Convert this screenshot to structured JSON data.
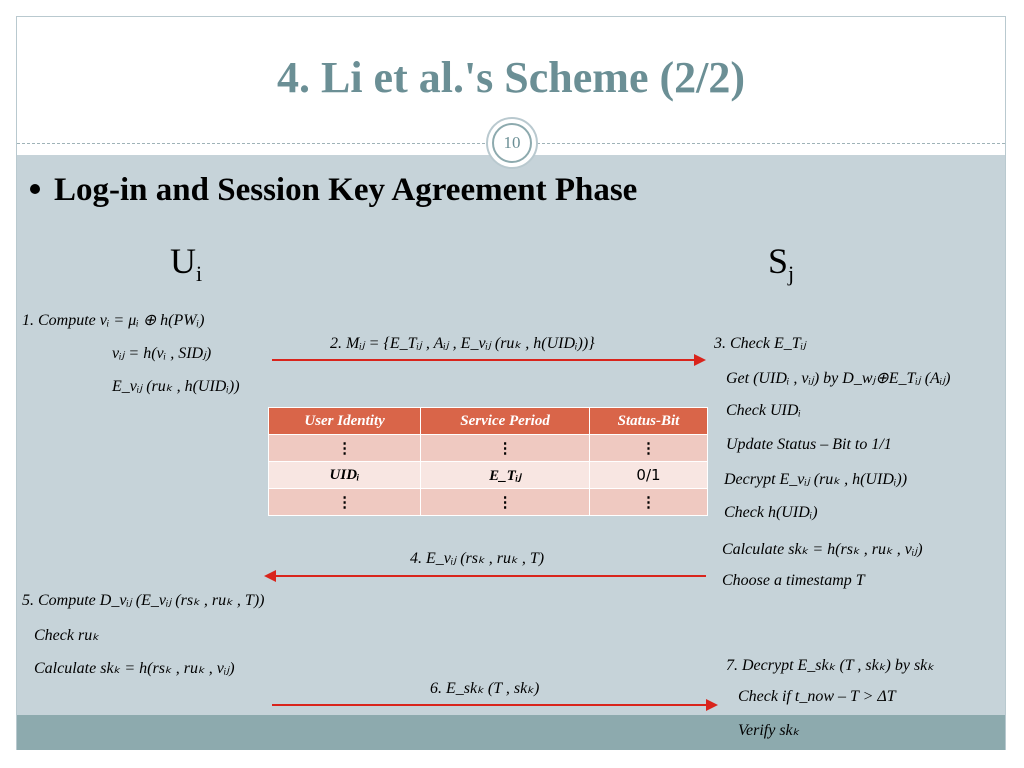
{
  "slide": {
    "title": "4. Li et al.'s Scheme (2/2)",
    "page_number": "10",
    "bullet": "Log-in and Session Key Agreement Phase"
  },
  "parties": {
    "user": {
      "base": "U",
      "sub": "i"
    },
    "server": {
      "base": "S",
      "sub": "j"
    }
  },
  "user_steps": {
    "step1_line1": "1. Compute   vᵢ = μᵢ ⊕ h(PWᵢ)",
    "step1_line2": "vᵢⱼ = h(vᵢ , SIDⱼ)",
    "step1_line3": "E_vᵢⱼ (ruₖ , h(UIDᵢ))",
    "step5_line1": "5. Compute   D_vᵢⱼ (E_vᵢⱼ (rsₖ , ruₖ , T))",
    "step5_line2": "Check  ruₖ",
    "step5_line3": "Calculate  skₖ = h(rsₖ , ruₖ , vᵢⱼ)"
  },
  "messages": {
    "m2": "2. Mᵢⱼ = {E_Tᵢⱼ , Aᵢⱼ , E_vᵢⱼ (ruₖ , h(UIDᵢ))}",
    "m4": "4. E_vᵢⱼ (rsₖ , ruₖ , T)",
    "m6": "6. E_skₖ (T , skₖ)"
  },
  "server_steps": {
    "s3_1": "3. Check  E_Tᵢⱼ",
    "s3_2": "Get  (UIDᵢ , vᵢⱼ)  by  D_wⱼ⊕E_Tᵢⱼ (Aᵢⱼ)",
    "s3_3": "Check  UIDᵢ",
    "s3_4": "Update  Status – Bit  to  1/1",
    "s3_5": "Decrypt  E_vᵢⱼ (ruₖ , h(UIDᵢ))",
    "s3_6": "Check  h(UIDᵢ)",
    "s3_7": "Calculate  skₖ = h(rsₖ , ruₖ , vᵢⱼ)",
    "s3_8": "Choose  a  timestamp  T",
    "s7_1": "7. Decrypt  E_skₖ (T , skₖ)  by  skₖ",
    "s7_2": "Check  if  t_now – T > ΔT",
    "s7_3": "Verify  skₖ"
  },
  "table": {
    "headers": [
      "User Identity",
      "Service  Period",
      "Status-Bit"
    ],
    "rows": [
      [
        "⋮",
        "⋮",
        "⋮"
      ],
      [
        "UIDᵢ",
        "E_Tᵢⱼ",
        "0/1"
      ],
      [
        "⋮",
        "⋮",
        "⋮"
      ]
    ]
  },
  "colors": {
    "title": "#6b8f95",
    "content_band": "#c6d3d9",
    "footer_band": "#8daaae",
    "arrow": "#d9241c",
    "table_header": "#d96549",
    "table_row_odd": "#efc9c1",
    "table_row_even": "#f8e6e2"
  }
}
